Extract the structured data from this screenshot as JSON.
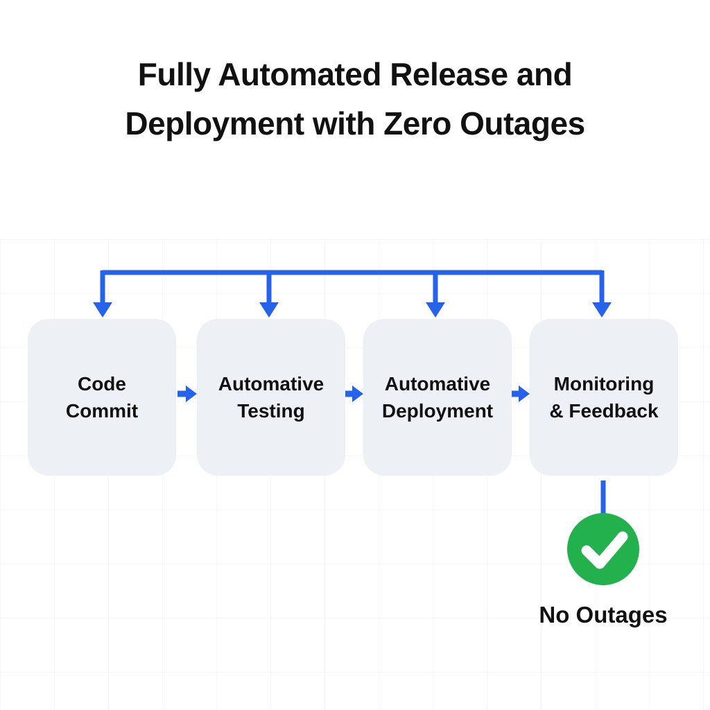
{
  "title": {
    "line1": "Fully Automated Release and",
    "line2": "Deployment with Zero Outages"
  },
  "steps": [
    {
      "line1": "Code",
      "line2": "Commit"
    },
    {
      "line1": "Automative",
      "line2": "Testing"
    },
    {
      "line1": "Automative",
      "line2": "Deployment"
    },
    {
      "line1": "Monitoring",
      "line2": "& Feedback"
    }
  ],
  "result": {
    "label": "No Outages"
  },
  "icons": {
    "check": "check-icon",
    "down_arrow": "arrow-down-icon",
    "right_arrow": "arrow-right-icon"
  },
  "colors": {
    "accent_blue": "#2563eb",
    "success_green": "#22b14c",
    "box_background": "#edf0f4",
    "text": "#111111"
  }
}
